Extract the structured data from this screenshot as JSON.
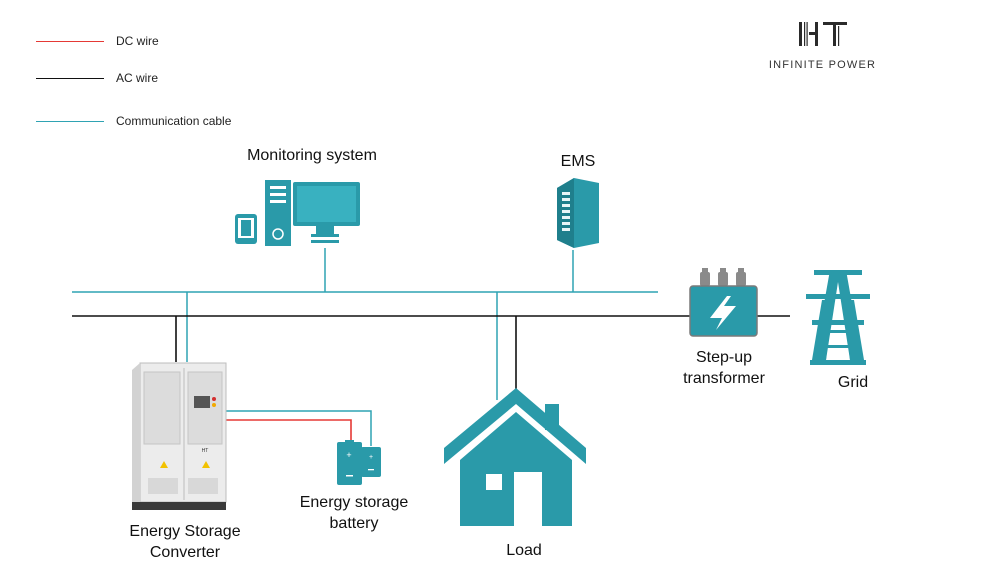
{
  "legend": [
    {
      "label": "DC wire",
      "color": "#e53935"
    },
    {
      "label": "AC wire",
      "color": "#111111"
    },
    {
      "label": "Communication cable",
      "color": "#2fa3b3"
    }
  ],
  "logo": {
    "tagline": "INFINITE POWER",
    "mark_letters": "HT"
  },
  "labels": {
    "monitoring": "Monitoring system",
    "ems": "EMS",
    "transformer_l1": "Step-up",
    "transformer_l2": "transformer",
    "grid": "Grid",
    "converter_l1": "Energy Storage",
    "converter_l2": "Converter",
    "battery_l1": "Energy storage",
    "battery_l2": "battery",
    "load": "Load"
  },
  "colors": {
    "teal": "#2a9aa9",
    "teal_dark": "#1f7f8c",
    "dc_wire": "#e53935",
    "ac_wire": "#111111",
    "comm_cable": "#2fa3b3",
    "cabinet": "#e9e9e9"
  }
}
